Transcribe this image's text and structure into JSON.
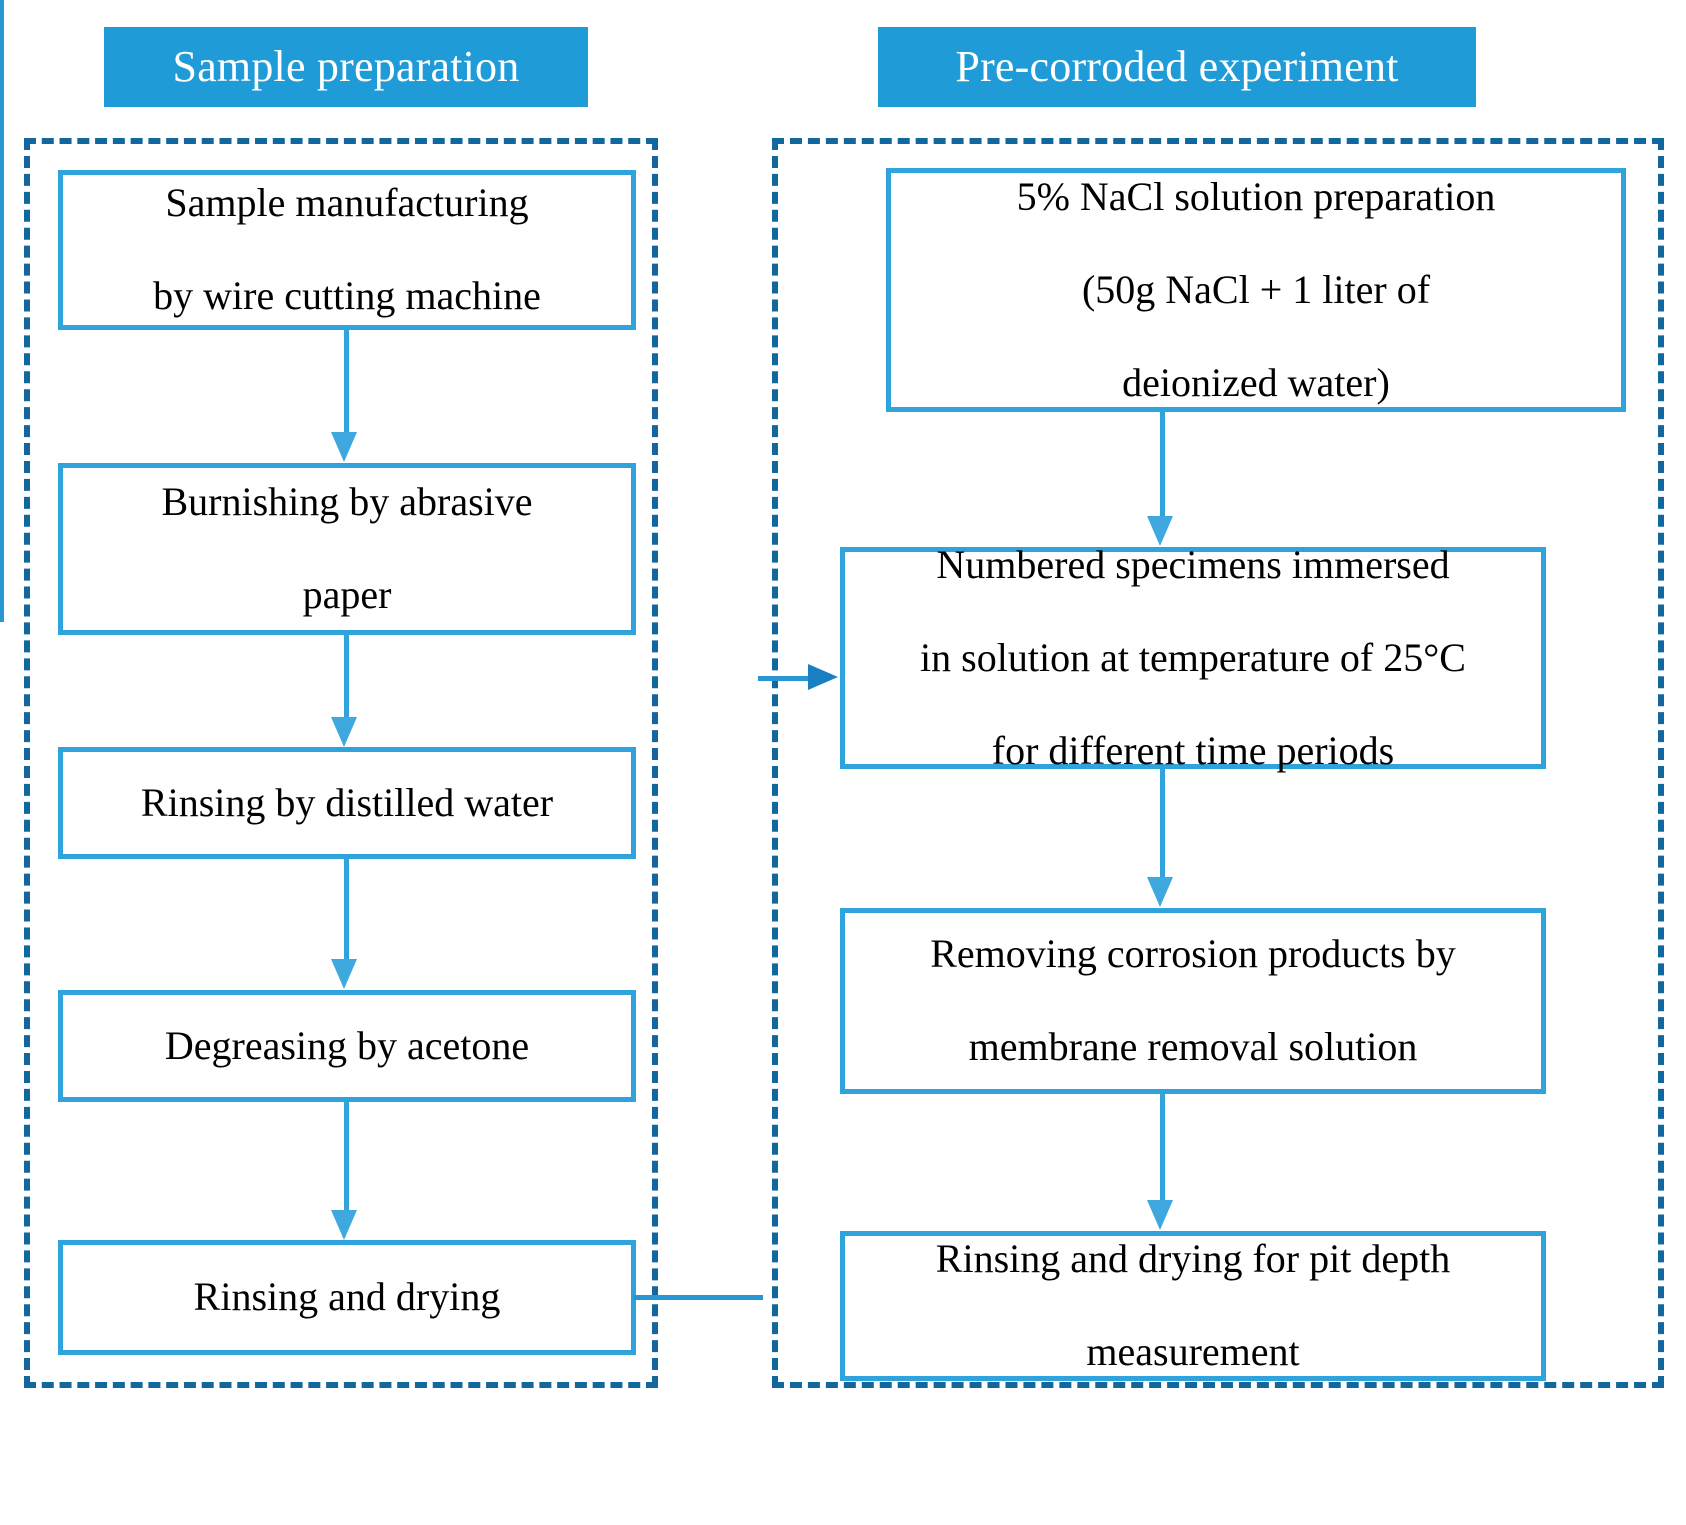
{
  "colors": {
    "banner_bg": "#1F9BD7",
    "banner_text": "#FFFFFF",
    "panel_border": "#12689E",
    "box_border": "#2FA3DC",
    "connector": "#2896D2",
    "box_text": "#000000",
    "page_bg": "#FFFFFF"
  },
  "columns": [
    {
      "id": "sample-preparation",
      "banner": "Sample preparation",
      "steps": [
        {
          "id": "l1",
          "lines": [
            "Sample manufacturing",
            "by wire cutting machine"
          ]
        },
        {
          "id": "l2",
          "lines": [
            "Burnishing by abrasive",
            "paper"
          ]
        },
        {
          "id": "l3",
          "lines": [
            "Rinsing by distilled water"
          ]
        },
        {
          "id": "l4",
          "lines": [
            "Degreasing by acetone"
          ]
        },
        {
          "id": "l5",
          "lines": [
            "Rinsing and drying"
          ]
        }
      ]
    },
    {
      "id": "pre-corroded-experiment",
      "banner": "Pre-corroded experiment",
      "steps": [
        {
          "id": "r1",
          "lines": [
            "5% NaCl solution preparation",
            "(50g NaCl + 1 liter of",
            "deionized water)"
          ]
        },
        {
          "id": "r2",
          "lines": [
            "Numbered specimens immersed",
            "in solution at temperature  of 25°C",
            "for different  time periods"
          ]
        },
        {
          "id": "r3",
          "lines": [
            "Removing corrosion products by",
            "membrane removal solution"
          ]
        },
        {
          "id": "r4",
          "lines": [
            "Rinsing and drying for pit depth",
            "measurement"
          ]
        }
      ]
    }
  ],
  "connectors": [
    {
      "from": "l1",
      "to": "l2",
      "kind": "arrow-down"
    },
    {
      "from": "l2",
      "to": "l3",
      "kind": "arrow-down"
    },
    {
      "from": "l3",
      "to": "l4",
      "kind": "arrow-down"
    },
    {
      "from": "l4",
      "to": "l5",
      "kind": "arrow-down"
    },
    {
      "from": "r1",
      "to": "r2",
      "kind": "arrow-down"
    },
    {
      "from": "r2",
      "to": "r3",
      "kind": "arrow-down"
    },
    {
      "from": "r3",
      "to": "r4",
      "kind": "arrow-down"
    },
    {
      "from": "l5",
      "to": "r2",
      "kind": "arrow-right-elbow"
    }
  ]
}
